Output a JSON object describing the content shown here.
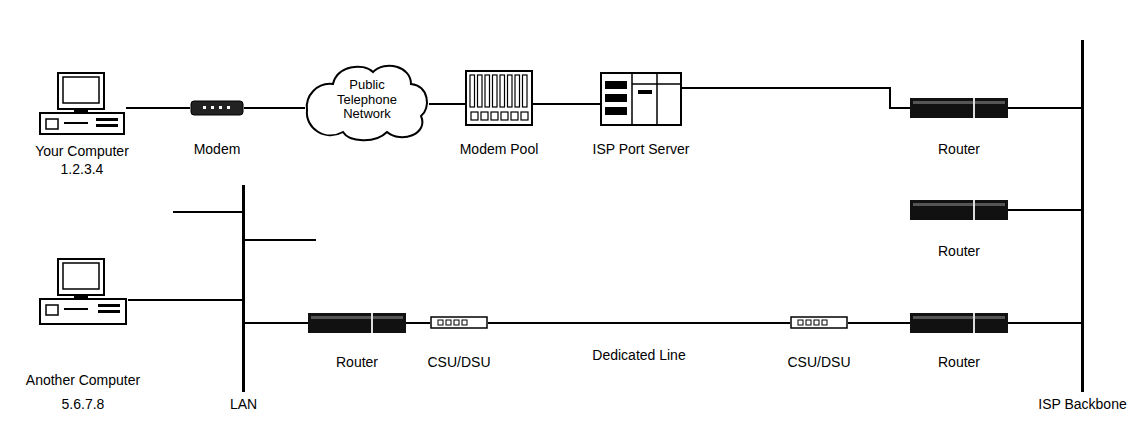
{
  "diagram": {
    "nodes": [
      {
        "text": [
          "Your Computer",
          "1.2.3.4"
        ]
      },
      {
        "text": [
          "Modem"
        ]
      },
      {
        "text": [
          "Public Telephone Network"
        ]
      },
      {
        "text": [
          "Modem Pool"
        ]
      },
      {
        "text": [
          "ISP Port Server"
        ]
      },
      {
        "text": [
          "Router"
        ]
      },
      {
        "text": [
          "LAN"
        ]
      },
      {
        "text": [
          "Router"
        ]
      },
      {
        "text": [
          "Another Computer",
          "5.6.7.8"
        ]
      },
      {
        "text": [
          "Router"
        ]
      },
      {
        "text": [
          "CSU/DSU"
        ]
      },
      {
        "text": [
          "CSU/DSU"
        ]
      },
      {
        "text": [
          "Router"
        ]
      },
      {
        "text": [
          "ISP Backbone"
        ]
      }
    ],
    "edges": [
      {
        "from": 0,
        "to": 1,
        "arrow": "none"
      },
      {
        "from": 1,
        "to": 2,
        "arrow": "none"
      },
      {
        "from": 2,
        "to": 3,
        "arrow": "none"
      },
      {
        "from": 3,
        "to": 4,
        "arrow": "none"
      },
      {
        "from": 4,
        "to": 5,
        "arrow": "none"
      },
      {
        "from": 5,
        "to": 13,
        "arrow": "none"
      },
      {
        "from": 7,
        "to": 13,
        "arrow": "none"
      },
      {
        "from": 8,
        "to": 6,
        "arrow": "none"
      },
      {
        "from": 6,
        "to": 9,
        "arrow": "none"
      },
      {
        "from": 9,
        "to": 10,
        "arrow": "none"
      },
      {
        "from": 10,
        "to": 11,
        "label": "Dedicated Line",
        "arrow": "none"
      },
      {
        "from": 11,
        "to": 12,
        "arrow": "none"
      },
      {
        "from": 12,
        "to": 13,
        "arrow": "none"
      }
    ]
  }
}
